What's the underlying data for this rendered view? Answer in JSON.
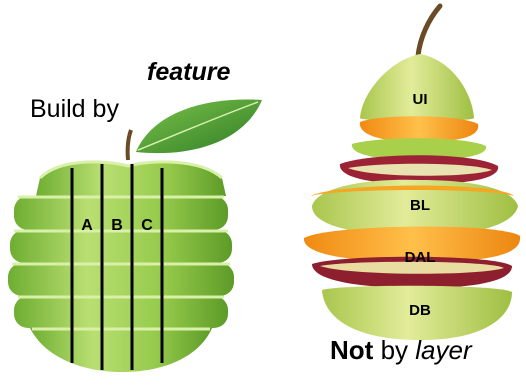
{
  "captions": {
    "feature": "feature",
    "build_by": "Build by",
    "not": "Not",
    "by": "by",
    "layer": "layer"
  },
  "apple": {
    "feature_columns": [
      "A",
      "B",
      "C"
    ],
    "colors": {
      "light": "#b8de6a",
      "mid": "#8cc63f",
      "dark": "#5f9e2a",
      "leaf": "#3f8f2f"
    }
  },
  "pear": {
    "layers": [
      "UI",
      "BL",
      "DAL",
      "DB"
    ],
    "colors": {
      "pear": "#c9dd72",
      "orange": "#f5a623",
      "red": "#9b2335",
      "lime": "#a9d04a"
    }
  }
}
